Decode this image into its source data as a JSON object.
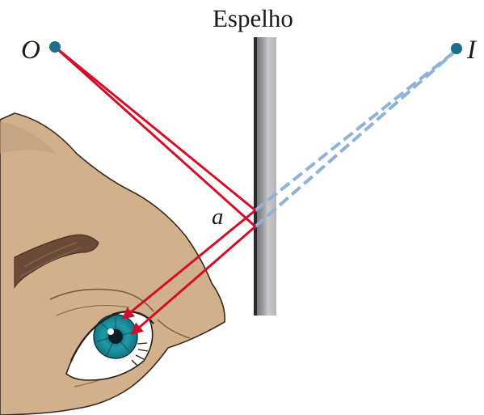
{
  "diagram": {
    "mirror_label": "Espelho",
    "object_label": "O",
    "image_label": "I",
    "angle_label": "a"
  },
  "colors": {
    "ray": "#d0102b",
    "virtual_ray": "#8fb3d6",
    "point": "#1f6f8b",
    "skin": "#d2b08c",
    "iris": "#1f9aa8",
    "eyebrow": "#6b4a37",
    "mirror_face": "#8a8a8e",
    "mirror_back": "#c9c9cc"
  },
  "icons": [
    "face-illustration",
    "eye-icon",
    "mirror"
  ]
}
